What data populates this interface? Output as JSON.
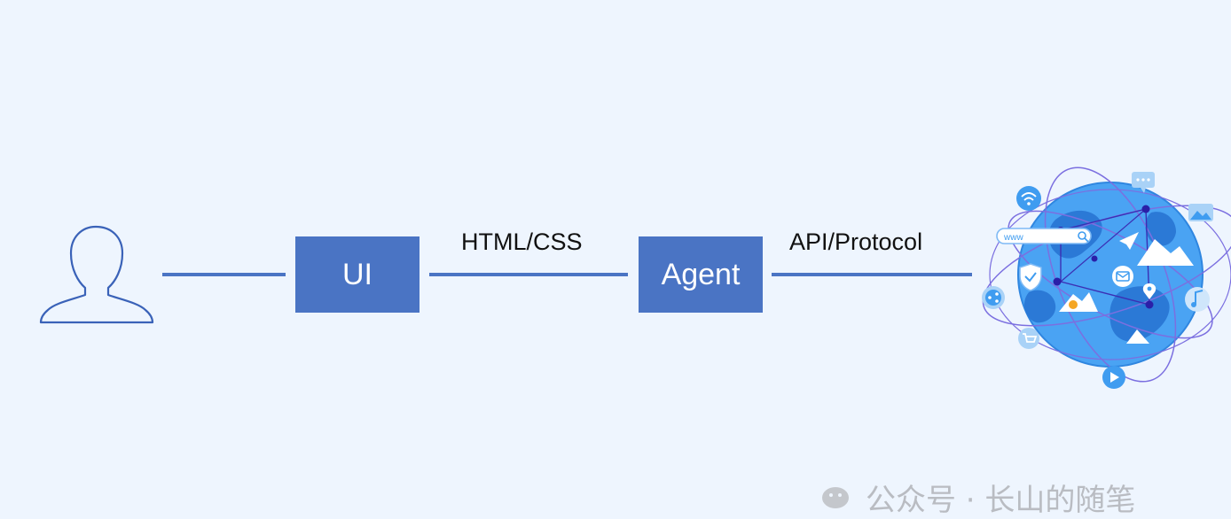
{
  "nodes": {
    "user": {
      "icon": "user-silhouette-icon"
    },
    "ui": {
      "label": "UI"
    },
    "agent": {
      "label": "Agent"
    },
    "internet": {
      "icon": "globe-network-icon"
    }
  },
  "links": {
    "ui_to_agent": {
      "label": "HTML/CSS"
    },
    "agent_to_internet": {
      "label": "API/Protocol"
    }
  },
  "globe_badges": {
    "search_text": "www"
  },
  "watermark": {
    "icon": "wechat-icon",
    "text": "公众号 · 长山的随笔"
  },
  "colors": {
    "background": "#eef5fe",
    "box_fill": "#4a74c4",
    "connector": "#4a74c4",
    "globe": "#3f9cf0",
    "orbit": "#7b6fe0"
  }
}
